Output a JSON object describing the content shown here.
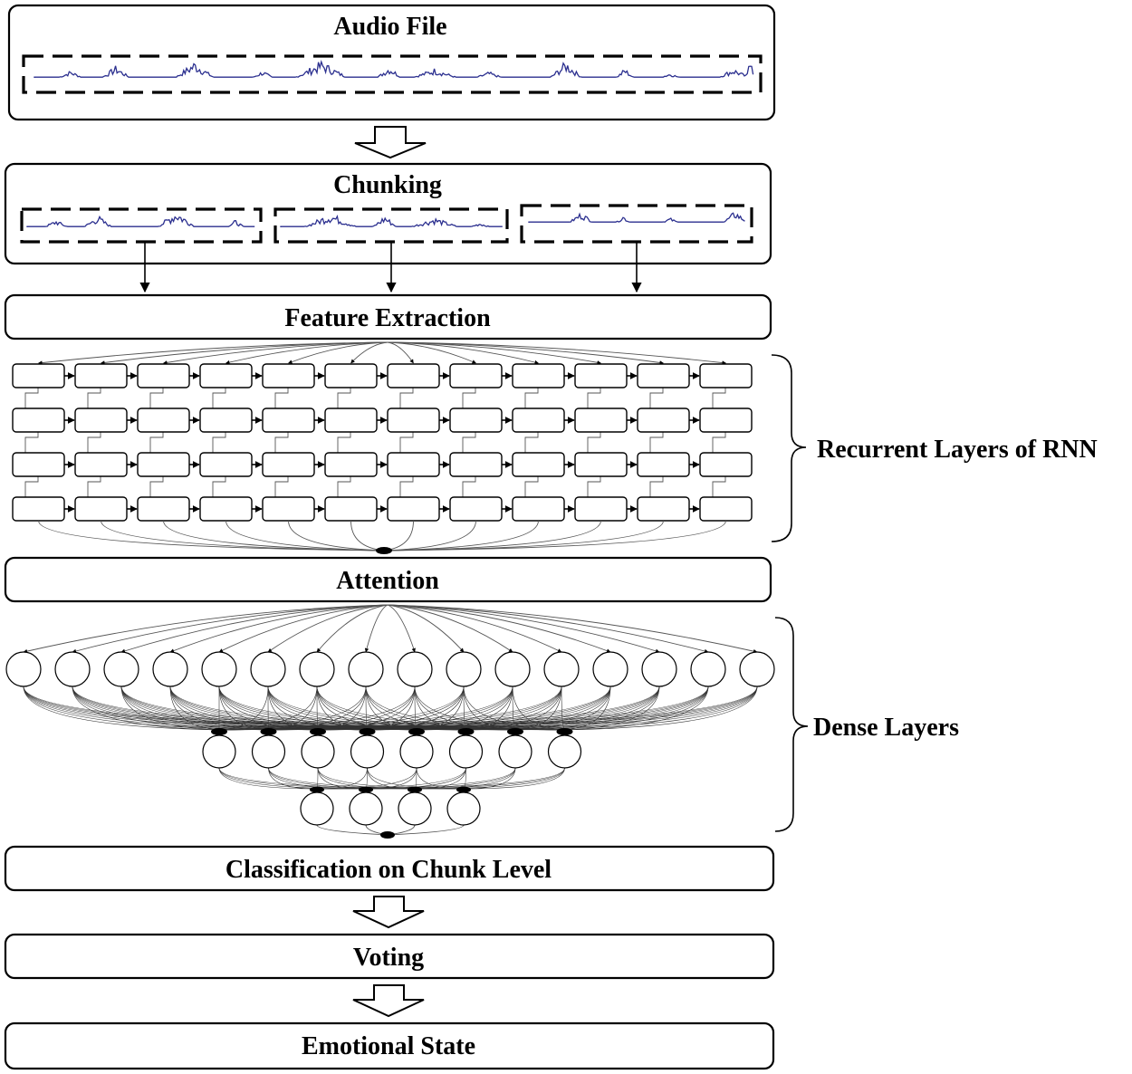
{
  "stages": {
    "audio_file": "Audio File",
    "chunking": "Chunking",
    "feature_extraction": "Feature Extraction",
    "attention": "Attention",
    "classification": "Classification on Chunk Level",
    "voting": "Voting",
    "emotional_state": "Emotional State"
  },
  "side_labels": {
    "recurrent": "Recurrent Layers of RNN",
    "dense": "Dense Layers"
  },
  "structure": {
    "rnn_layers": 4,
    "rnn_cells_per_layer": 12,
    "dense_layer_sizes": [
      16,
      8,
      4
    ],
    "chunk_count": 3
  },
  "colors": {
    "waveform": "#2b2f8f",
    "stroke": "#000000"
  }
}
